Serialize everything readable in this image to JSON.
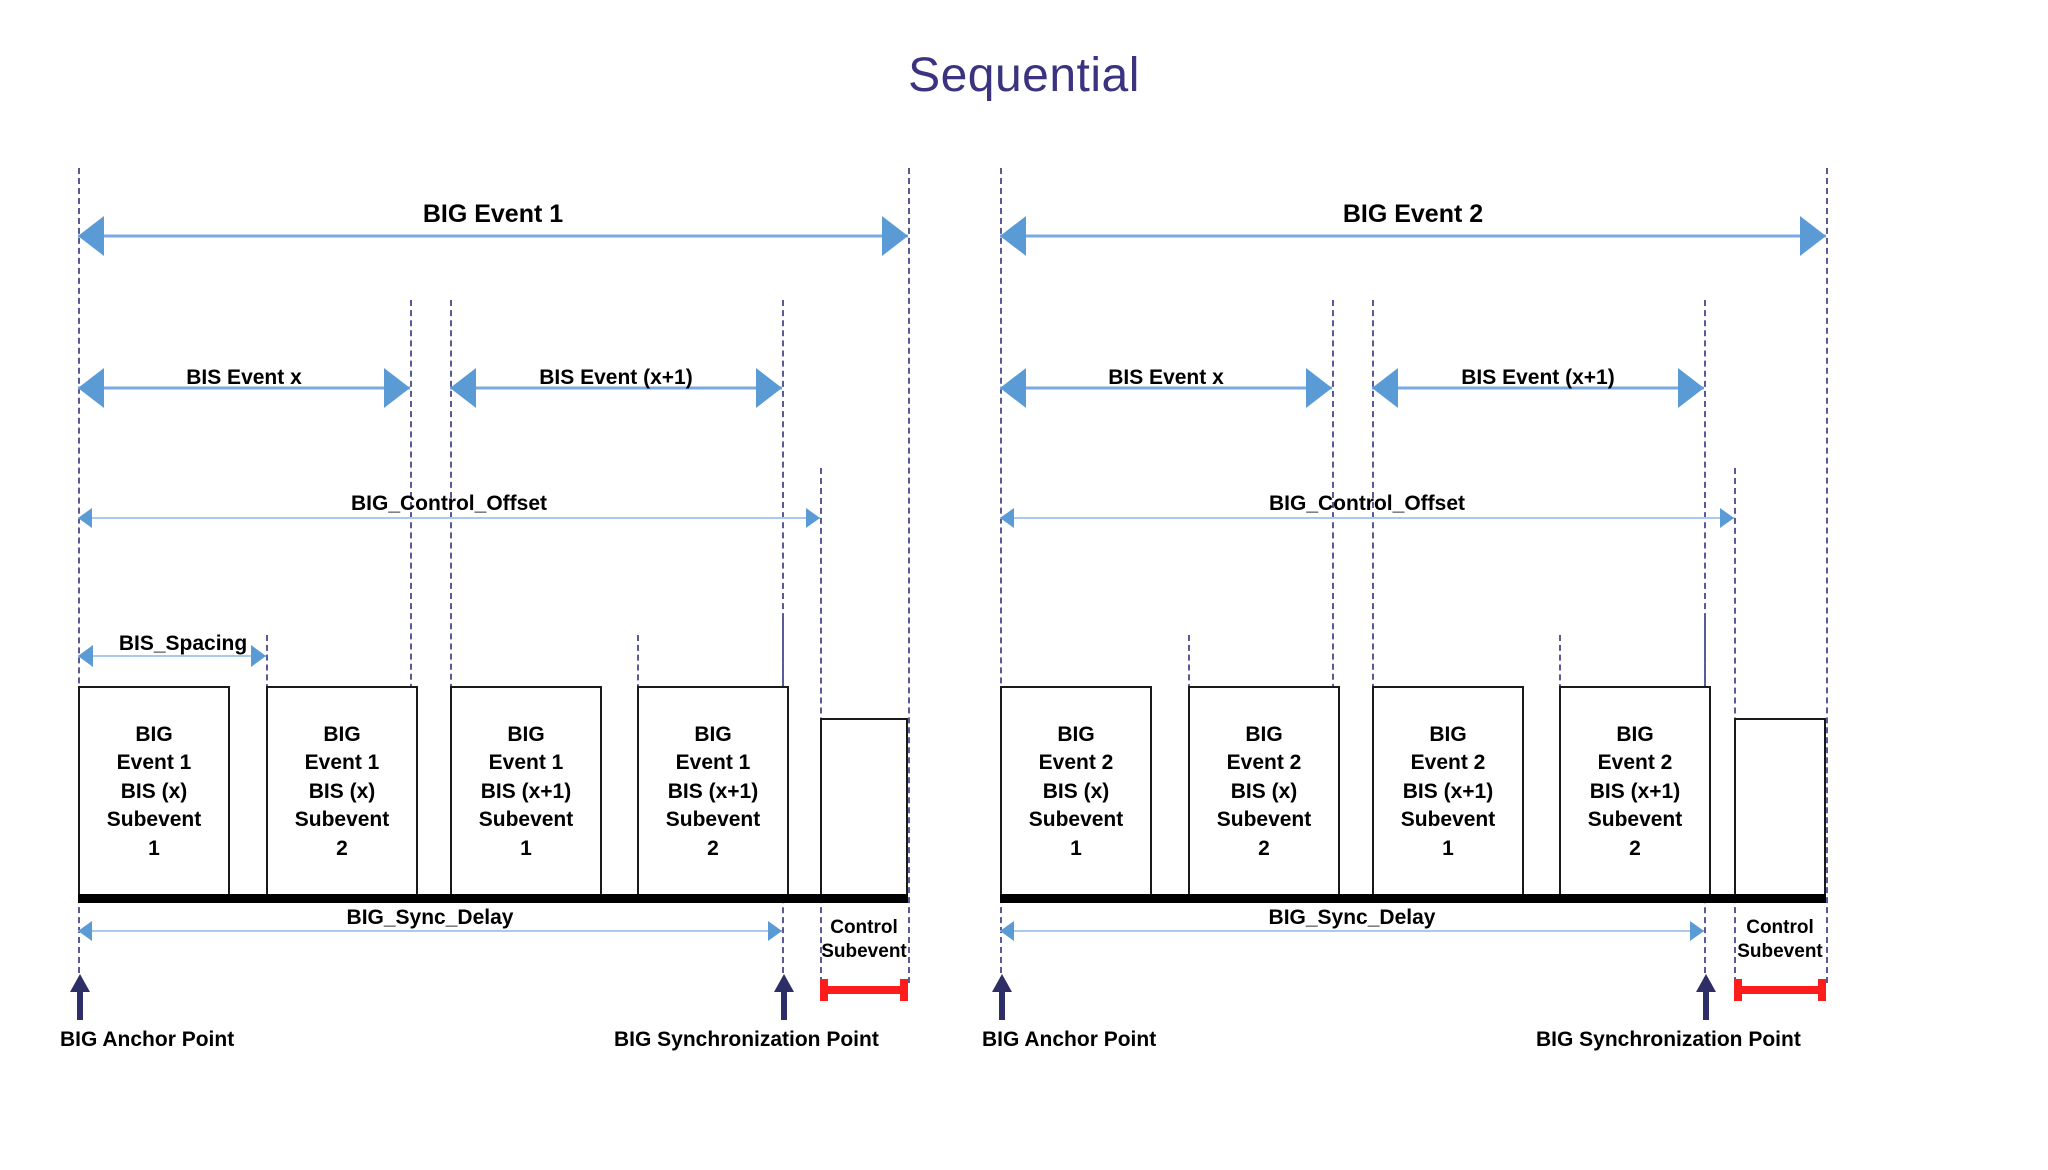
{
  "title": "Sequential",
  "colors": {
    "title": "#3b3280",
    "dashed_guide": "#5a5a96",
    "arrow_blue": "#5b9bd5",
    "arrow_shaft_light": "#a9c9ef",
    "baseline_black": "#000000",
    "bracket_red": "#ff1c1c",
    "box_border": "#1a1a1a"
  },
  "groups": [
    {
      "id": "big-event-1",
      "span_label": "BIG Event 1",
      "bis_event_labels": [
        "BIS Event x",
        "BIS Event (x+1)"
      ],
      "control_offset_label": "BIG_Control_Offset",
      "spacing_label": "BIS_Spacing",
      "sync_delay_label": "BIG_Sync_Delay",
      "anchor_point_label": "BIG Anchor Point",
      "sync_point_label": "BIG Synchronization Point",
      "control_subevent_label": "Control\nSubevent",
      "control_subevent_line1": "Control",
      "control_subevent_line2": "Subevent",
      "subevents": [
        {
          "l1": "BIG",
          "l2": "Event 1",
          "l3": "BIS (x)",
          "l4": "Subevent",
          "l5": "1"
        },
        {
          "l1": "BIG",
          "l2": "Event 1",
          "l3": "BIS (x)",
          "l4": "Subevent",
          "l5": "2"
        },
        {
          "l1": "BIG",
          "l2": "Event 1",
          "l3": "BIS (x+1)",
          "l4": "Subevent",
          "l5": "1"
        },
        {
          "l1": "BIG",
          "l2": "Event 1",
          "l3": "BIS (x+1)",
          "l4": "Subevent",
          "l5": "2"
        }
      ]
    },
    {
      "id": "big-event-2",
      "span_label": "BIG Event 2",
      "bis_event_labels": [
        "BIS Event x",
        "BIS Event (x+1)"
      ],
      "control_offset_label": "BIG_Control_Offset",
      "sync_delay_label": "BIG_Sync_Delay",
      "anchor_point_label": "BIG Anchor Point",
      "sync_point_label": "BIG Synchronization Point",
      "control_subevent_line1": "Control",
      "control_subevent_line2": "Subevent",
      "subevents": [
        {
          "l1": "BIG",
          "l2": "Event 2",
          "l3": "BIS (x)",
          "l4": "Subevent",
          "l5": "1"
        },
        {
          "l1": "BIG",
          "l2": "Event 2",
          "l3": "BIS (x)",
          "l4": "Subevent",
          "l5": "2"
        },
        {
          "l1": "BIG",
          "l2": "Event 2",
          "l3": "BIS (x+1)",
          "l4": "Subevent",
          "l5": "1"
        },
        {
          "l1": "BIG",
          "l2": "Event 2",
          "l3": "BIS (x+1)",
          "l4": "Subevent",
          "l5": "2"
        }
      ]
    }
  ]
}
